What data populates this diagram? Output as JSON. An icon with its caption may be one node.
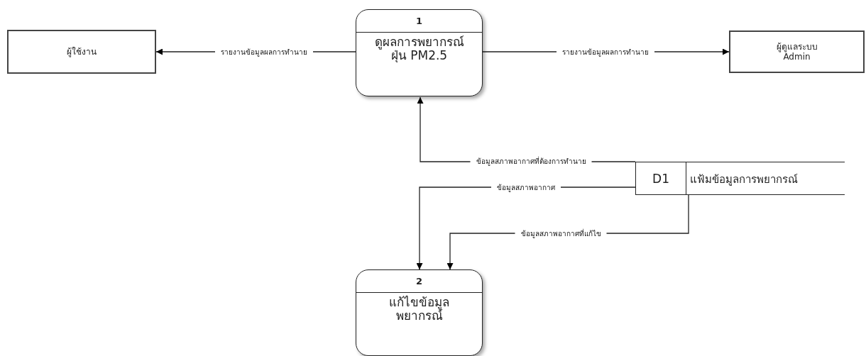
{
  "diagram": {
    "nodes": [
      {
        "text": [
          "ผู้ใช้งาน"
        ]
      },
      {
        "text": [
          "1",
          "ดูผลการพยากรณ์ ฝุ่น PM2.5"
        ]
      },
      {
        "text": [
          "ผู้ดูแลระบบ Admin"
        ]
      },
      {
        "text": [
          "D1",
          "แฟ้มข้อมูลการพยากรณ์"
        ]
      },
      {
        "text": [
          "2",
          "แก้ไขข้อมูล พยากรณ์"
        ]
      }
    ],
    "edges": [
      {
        "from": 1,
        "to": 0,
        "arrow": "to",
        "label": "รายงานข้อมูลผลการทำนาย"
      },
      {
        "from": 1,
        "to": 2,
        "arrow": "to",
        "label": "รายงานข้อมูลผลการทำนาย"
      },
      {
        "from": 3,
        "to": 1,
        "arrow": "to",
        "label": "ข้อมูลสภาพอากาศที่ต้องการทำนาย"
      },
      {
        "from": 3,
        "to": 4,
        "arrow": "to",
        "label": "ข้อมูลสภาพอากาศ"
      },
      {
        "from": 3,
        "to": 4,
        "arrow": "to",
        "label": "ข้อมูลสภาพอากาศที่แก้ไข"
      }
    ]
  }
}
